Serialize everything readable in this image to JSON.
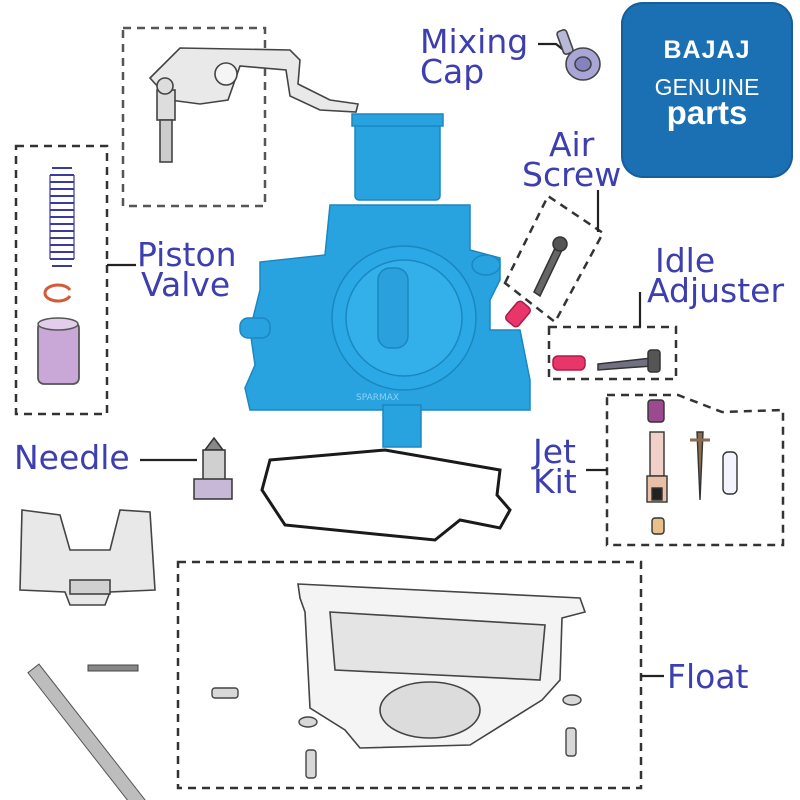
{
  "logo": {
    "brand": "BAJAJ",
    "line2": "GENUINE",
    "line3": "parts",
    "color": "#1b6fb3"
  },
  "labels": {
    "mixing_cap": [
      "Mixing",
      "Cap"
    ],
    "air_screw": [
      "Air",
      "Screw"
    ],
    "piston_valve": [
      "Piston",
      "Valve"
    ],
    "idle_adjuster": [
      "Idle",
      "Adjuster"
    ],
    "needle": [
      "Needle"
    ],
    "jet_kit": [
      "Jet",
      "Kit"
    ],
    "float": [
      "Float"
    ]
  },
  "body_stamp": "SPARMAX",
  "colors": {
    "label": "#3d3fb0",
    "carb_body": "#29a3e0",
    "spring_red": "#e8366a",
    "piston_purple": "#c9a8d8"
  }
}
